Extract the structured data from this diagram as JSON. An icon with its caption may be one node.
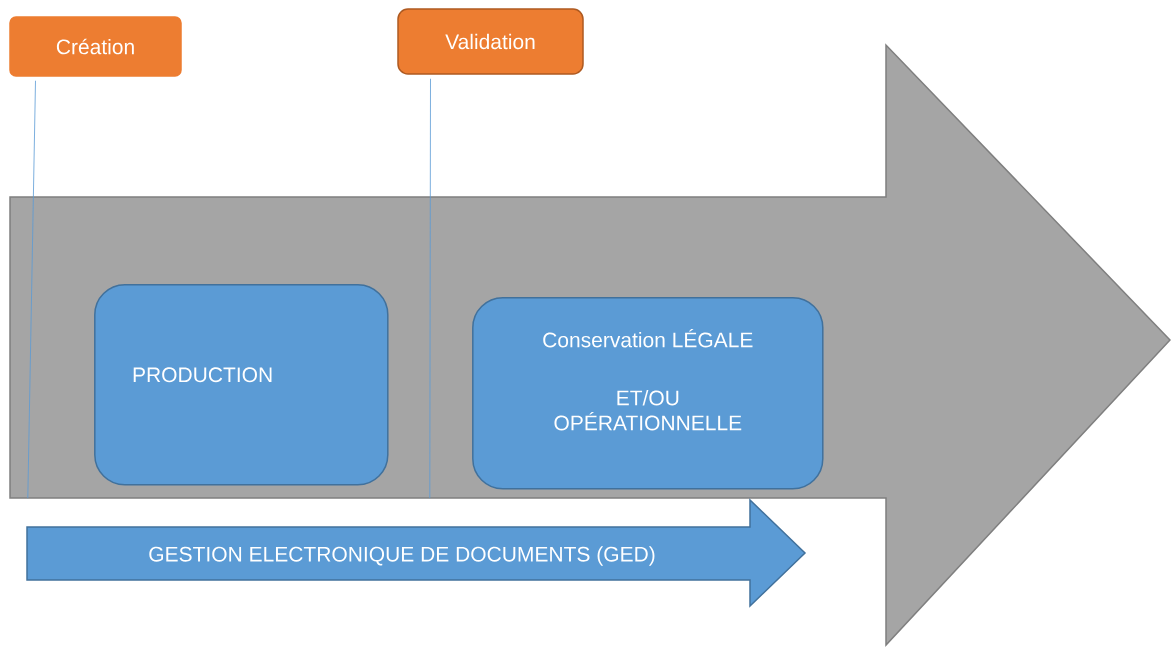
{
  "diagram": {
    "nodes": [
      {
        "text": [
          "Création"
        ]
      },
      {
        "text": [
          "Validation"
        ]
      },
      {
        "text": [],
        "shape": "arrow"
      },
      {
        "text": [
          "PRODUCTION"
        ],
        "in": 2
      },
      {
        "text": [
          "Conservation LÉGALE",
          "ET/OU OPÉRATIONNELLE"
        ],
        "in": 2
      },
      {
        "text": [
          "GESTION ELECTRONIQUE DE DOCUMENTS (GED)"
        ]
      }
    ],
    "edges": [
      {
        "from": 0,
        "to": 2,
        "arrow": "none"
      },
      {
        "from": 1,
        "to": 2,
        "arrow": "none"
      }
    ]
  }
}
